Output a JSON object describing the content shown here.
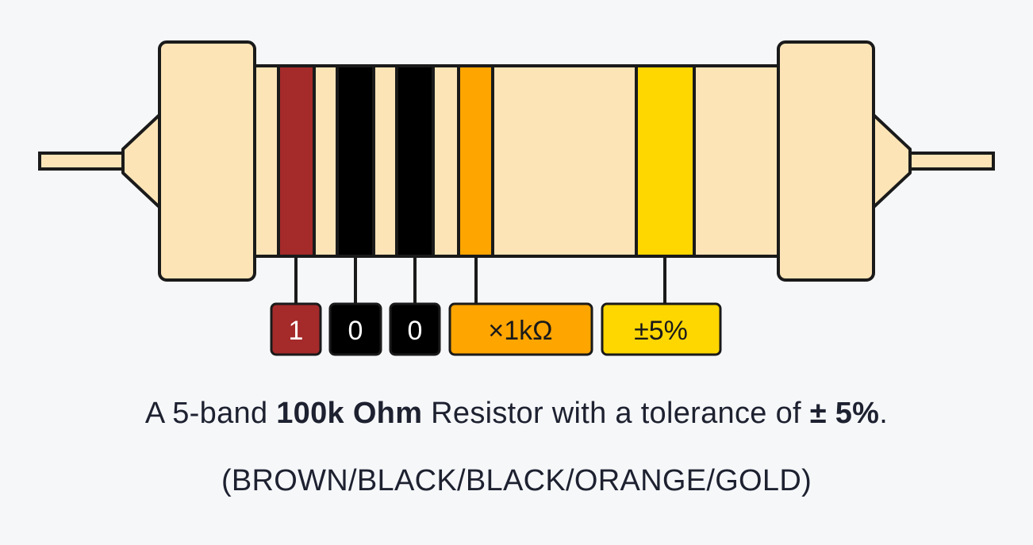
{
  "resistor": {
    "colors": {
      "body": "#fde4b7",
      "outline": "#1a1a1a",
      "brown": "#a52a2a",
      "black": "#000000",
      "orange": "#ffa500",
      "gold": "#ffd700"
    },
    "bands": [
      {
        "name": "brown",
        "color": "#a52a2a",
        "label": "1",
        "label_color": "#ffffff"
      },
      {
        "name": "black",
        "color": "#000000",
        "label": "0",
        "label_color": "#ffffff"
      },
      {
        "name": "black",
        "color": "#000000",
        "label": "0",
        "label_color": "#ffffff"
      },
      {
        "name": "orange",
        "color": "#ffa500",
        "label": "×1kΩ",
        "label_color": "#1a1a1a"
      },
      {
        "name": "gold",
        "color": "#ffd700",
        "label": "±5%",
        "label_color": "#1a1a1a"
      }
    ]
  },
  "caption": {
    "prefix": "A 5-band ",
    "value": "100k Ohm",
    "middle": " Resistor with a tolerance of ",
    "tolerance": "± 5%",
    "suffix": ".",
    "colors_line": "(BROWN/BLACK/BLACK/ORANGE/GOLD)"
  }
}
